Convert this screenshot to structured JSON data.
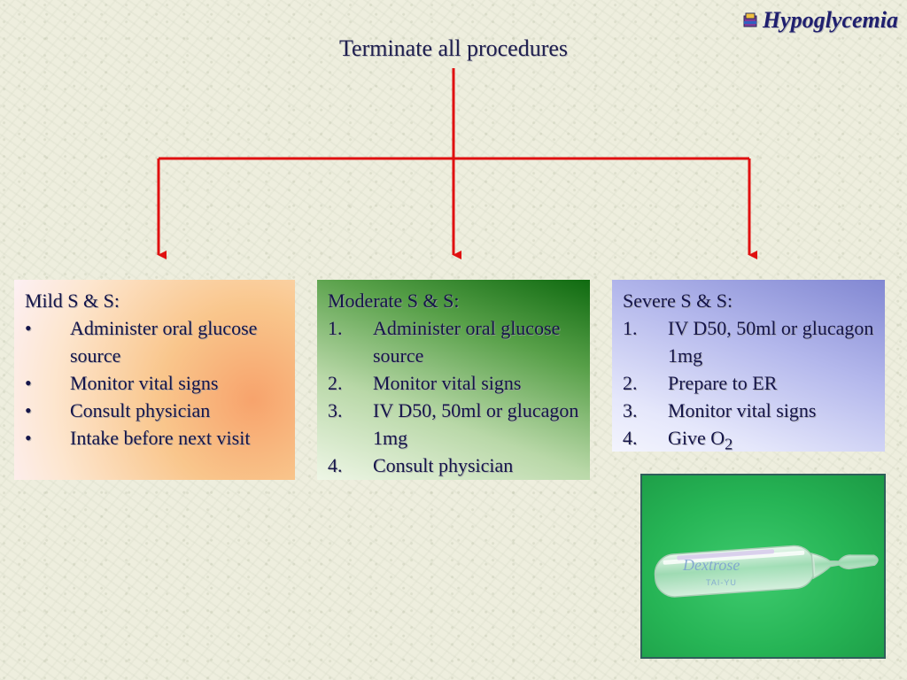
{
  "slide": {
    "title": "Hypoglycemia",
    "title_icon": "book-icon"
  },
  "root": {
    "label": "Terminate all procedures"
  },
  "colors": {
    "arrow": "#e01010",
    "text": "#1f1f4e"
  },
  "branches": {
    "mild": {
      "header": "Mild S & S:",
      "marker": "•",
      "items": [
        "Administer  oral glucose source",
        "Monitor vital signs",
        "Consult physician",
        "Intake before next visit"
      ]
    },
    "moderate": {
      "header": "Moderate S & S:",
      "items": [
        {
          "num": "1.",
          "text": "Administer oral glucose source"
        },
        {
          "num": "2.",
          "text": "Monitor vital signs"
        },
        {
          "num": "3.",
          "text": "IV D50, 50ml or glucagon 1mg"
        },
        {
          "num": "4.",
          "text": "Consult physician"
        }
      ]
    },
    "severe": {
      "header": "Severe S & S:",
      "items": [
        {
          "num": "1.",
          "text": "IV D50, 50ml or glucagon 1mg"
        },
        {
          "num": "2.",
          "text": "Prepare to ER"
        },
        {
          "num": "3.",
          "text": "Monitor vital signs"
        },
        {
          "num": "4.",
          "text": "Give O",
          "sub": "2"
        }
      ]
    }
  },
  "photo": {
    "label": "Dextrose",
    "sublabel": "TAI-YU"
  }
}
